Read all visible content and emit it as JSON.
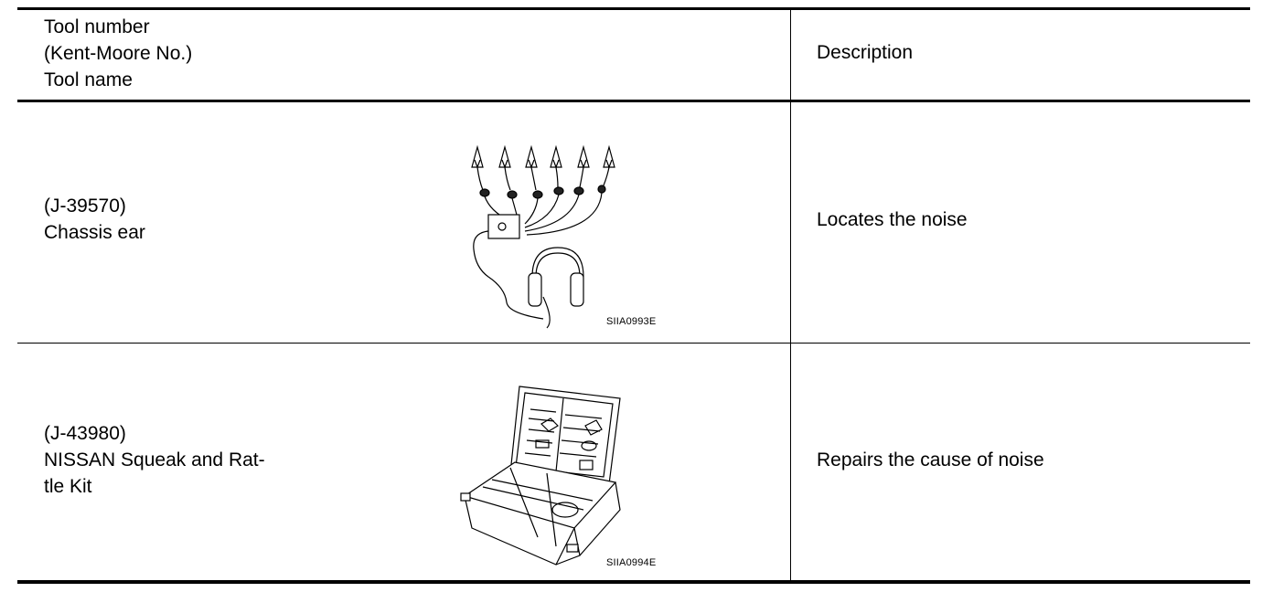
{
  "header": {
    "tool_lines": "Tool number\n(Kent-Moore No.)\nTool name",
    "description": "Description"
  },
  "rows": [
    {
      "tool_lines": "(J-39570)\nChassis ear",
      "figure_code": "SIIA0993E",
      "figure_icon": "chassis-ear-clips-headphones",
      "description": "Locates the noise"
    },
    {
      "tool_lines": "(J-43980)\nNISSAN Squeak and Rat-\ntle Kit",
      "figure_code": "SIIA0994E",
      "figure_icon": "open-kit-case",
      "description": "Repairs the cause of noise"
    }
  ]
}
